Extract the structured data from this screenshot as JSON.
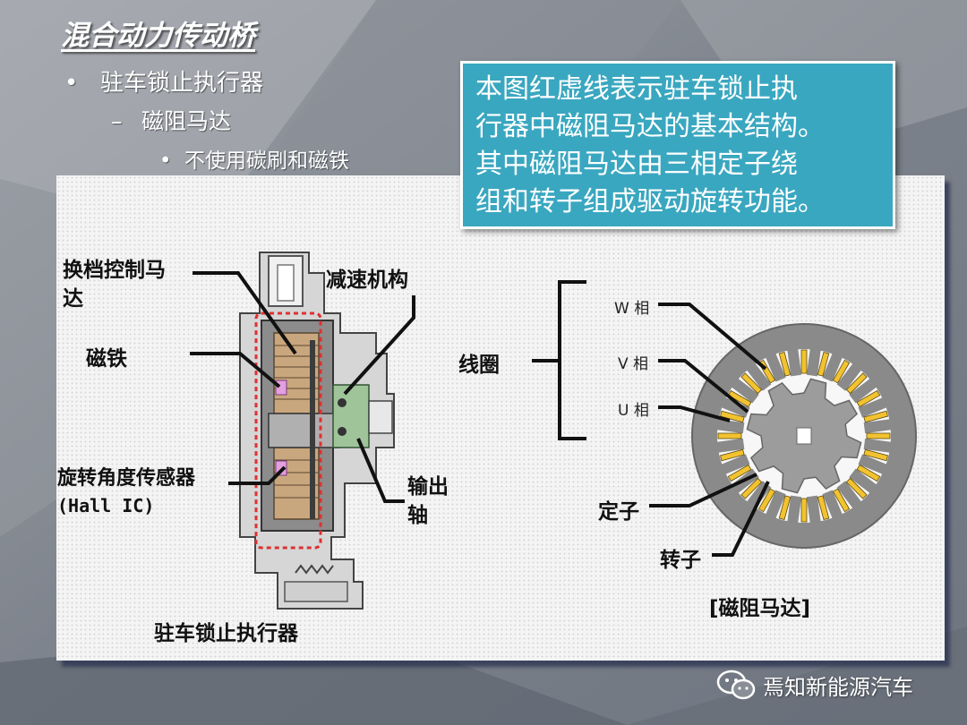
{
  "slide": {
    "title": "混合动力传动桥",
    "bullet_level1": "驻车锁止执行器",
    "bullet_level2": "磁阻马达",
    "bullet_level3": "不使用碳刷和磁铁",
    "bullet_symbol": "•",
    "dash_symbol": "–"
  },
  "callout": {
    "lines": [
      "本图红虚线表示驻车锁止执",
      "行器中磁阻马达的基本结构。",
      "其中磁阻马达由三相定子绕",
      "组和转子组成驱动旋转功能。"
    ]
  },
  "actuator_labels": {
    "shift_motor_line1": "换档控制马",
    "shift_motor_line2": "达",
    "magnet": "磁铁",
    "reduction": "减速机构",
    "sensor_line1": "旋转角度传感器",
    "sensor_line2": "(Hall IC)",
    "output_line1": "输出",
    "output_line2": "轴",
    "caption": "驻车锁止执行器"
  },
  "motor_labels": {
    "coil": "线圈",
    "w_phase": "W 相",
    "v_phase": "V 相",
    "u_phase": "U 相",
    "stator": "定子",
    "rotor": "转子",
    "caption": "[磁阻马达]"
  },
  "watermark": {
    "text": "焉知新能源汽车",
    "icon": "wechat-icon"
  },
  "colors": {
    "callout_bg": "#3aa7c0",
    "dashed_outline": "#e03030",
    "coil_yellow": "#f2c230",
    "stator_gray": "#8a8a8a"
  }
}
